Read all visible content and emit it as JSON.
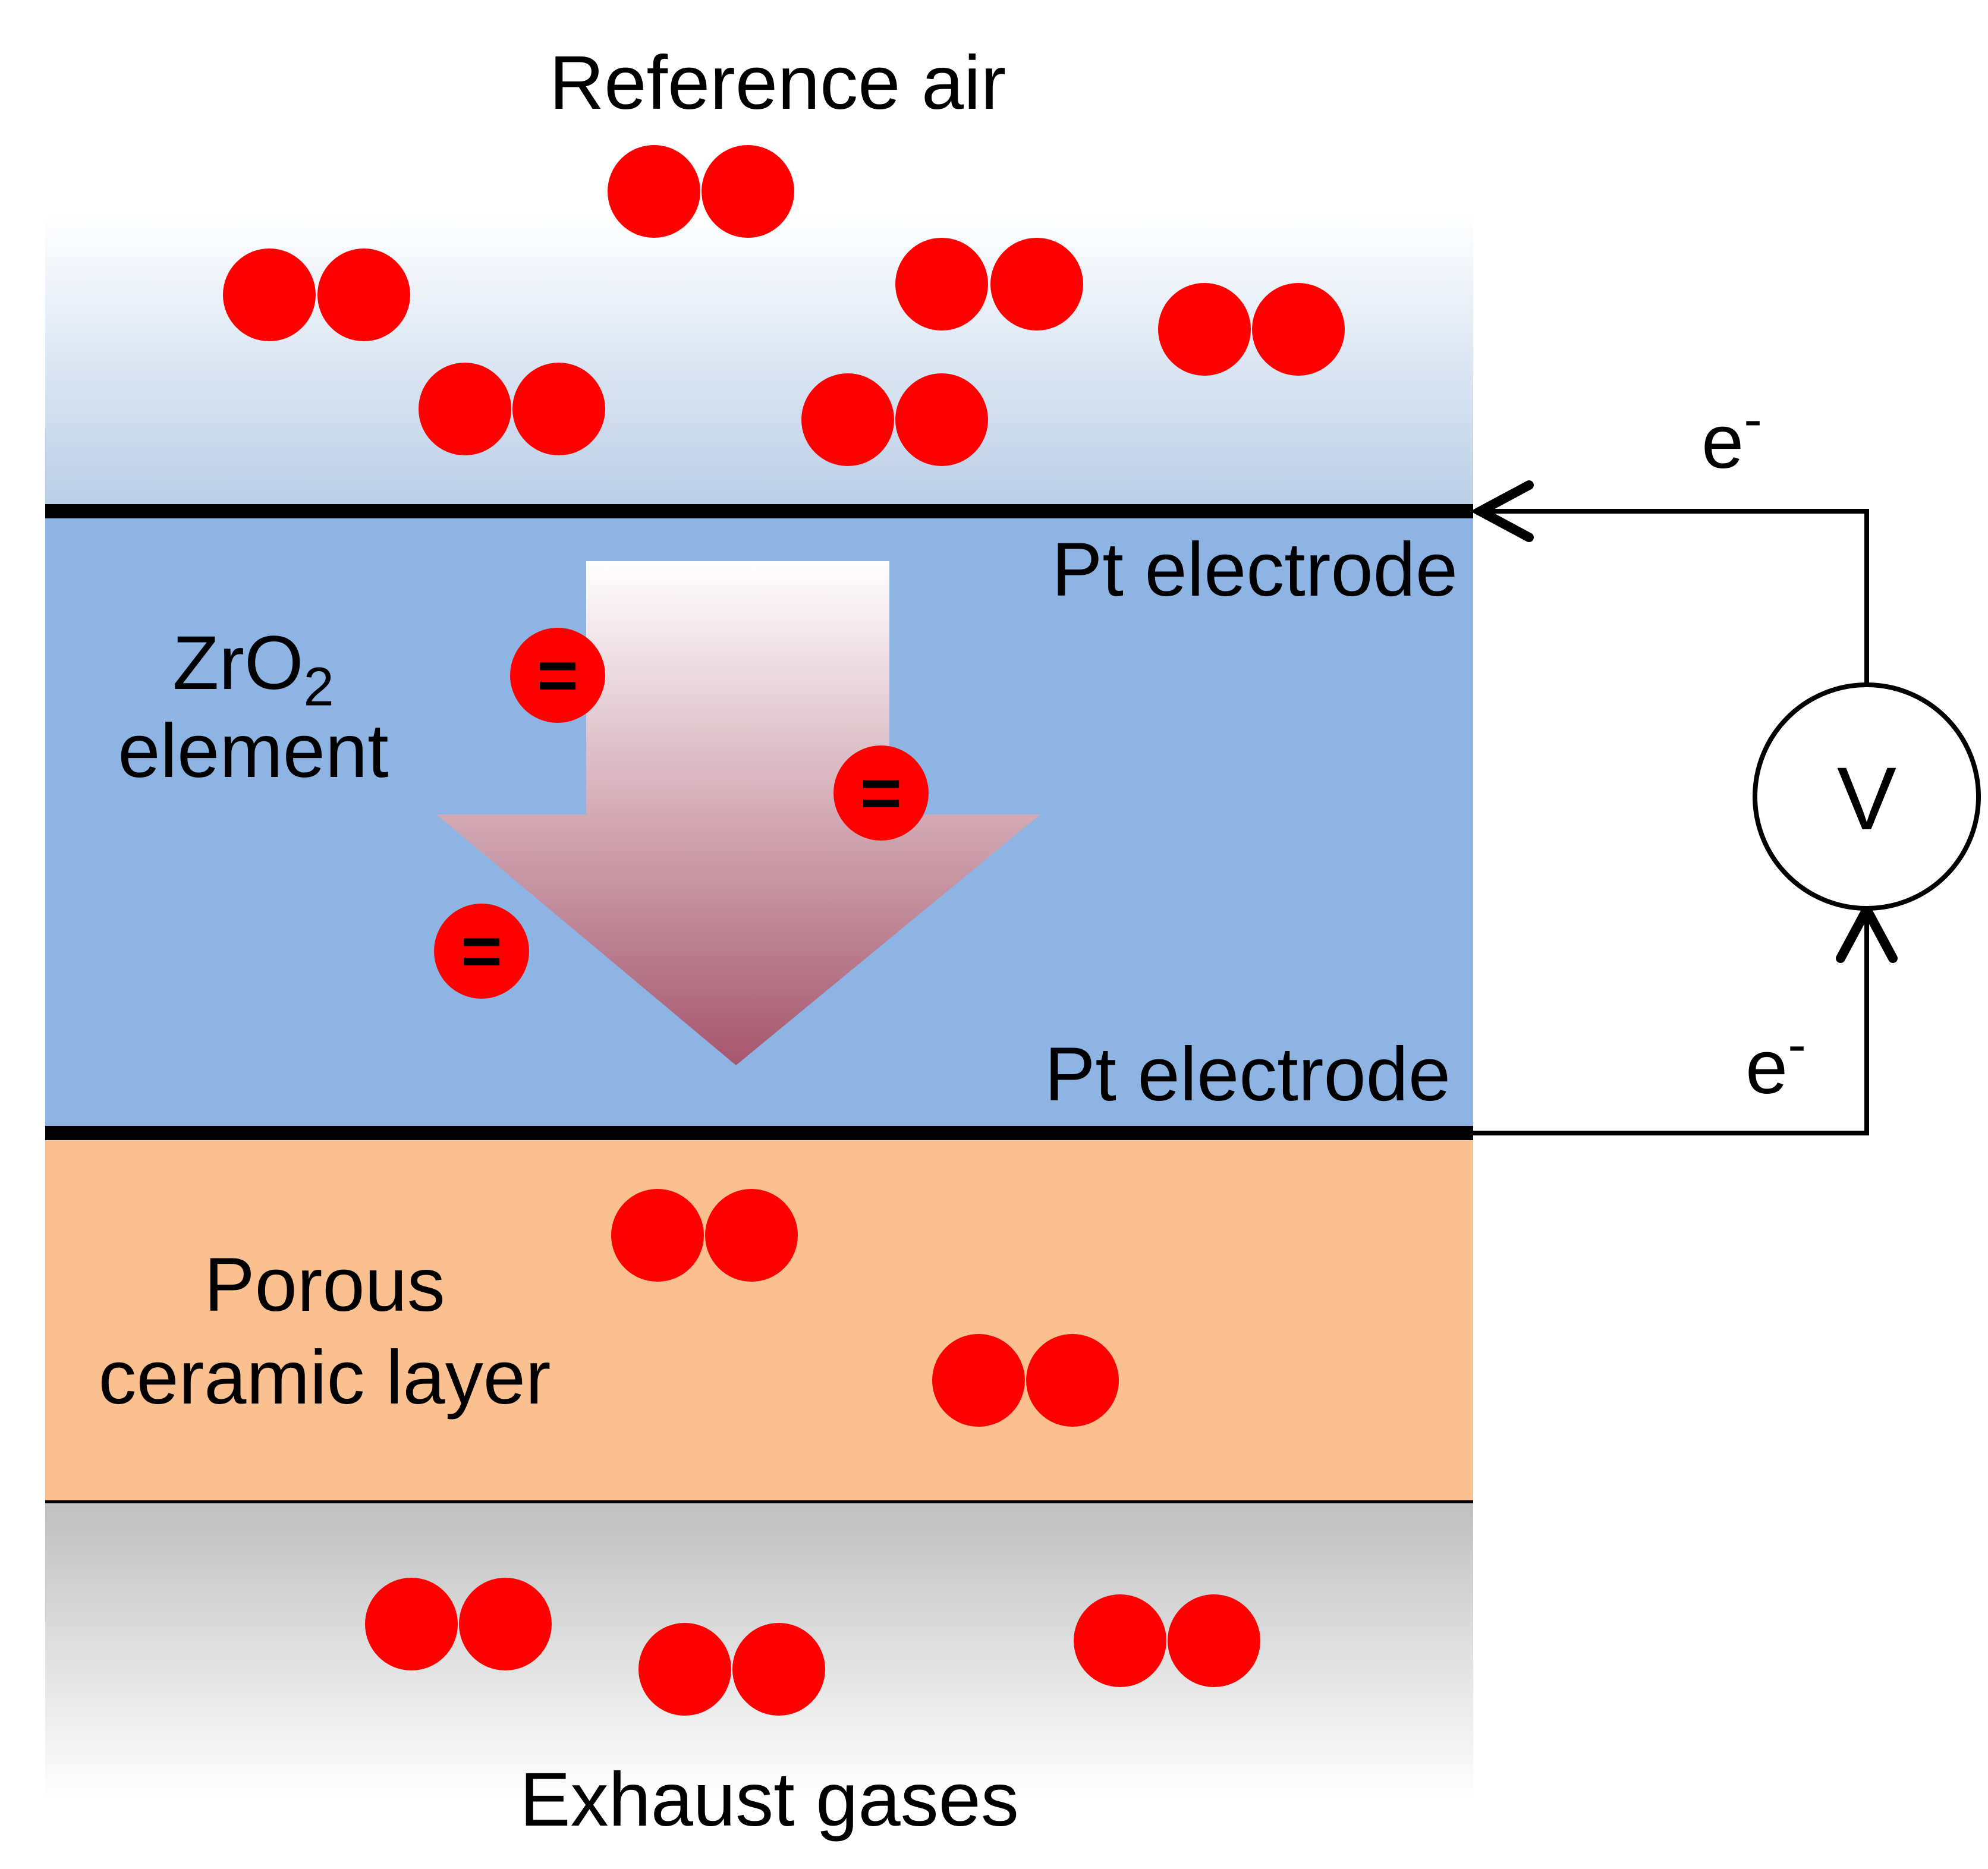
{
  "regions": {
    "reference_air": "Reference air",
    "top_electrode": "Pt electrode",
    "zro2_main": "ZrO",
    "zro2_sub": "2",
    "zro2_line2": "element",
    "bottom_electrode": "Pt electrode",
    "porous_line1": "Porous",
    "porous_line2": "ceramic layer",
    "exhaust": "Exhaust gases"
  },
  "circuit": {
    "meter_symbol": "V",
    "electron_top": "e",
    "electron_top_sup": "-",
    "electron_bottom": "e",
    "electron_bottom_sup": "-"
  },
  "ions": {
    "symbol": "="
  },
  "colors": {
    "oxygen_atom": "#ff0000",
    "zro2_layer": "#8eb4e3",
    "porous_layer": "#fac090",
    "electrode": "#000000"
  }
}
